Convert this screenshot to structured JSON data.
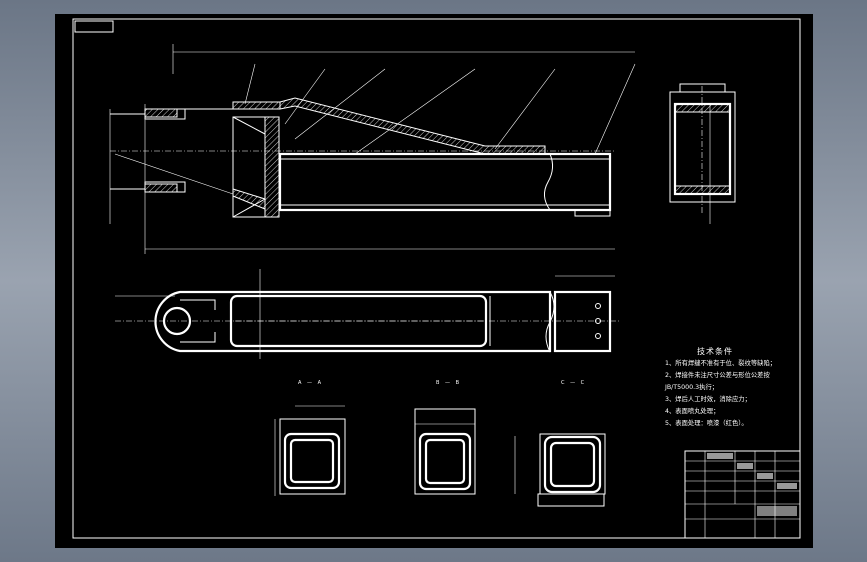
{
  "technical_requirements": {
    "title": "技术条件",
    "items": [
      "1、所有焊缝不准有于位、裂纹等缺陷；",
      "2、焊接件未注尺寸公差与形位公差按",
      "JB/T5000.3执行；",
      "3、焊后人工时效，消除应力；",
      "4、表面喷丸处理；",
      "5、表面处理：喷漆（红色）。"
    ]
  },
  "section_labels": [
    "A — A",
    "B — B",
    "C — C"
  ]
}
